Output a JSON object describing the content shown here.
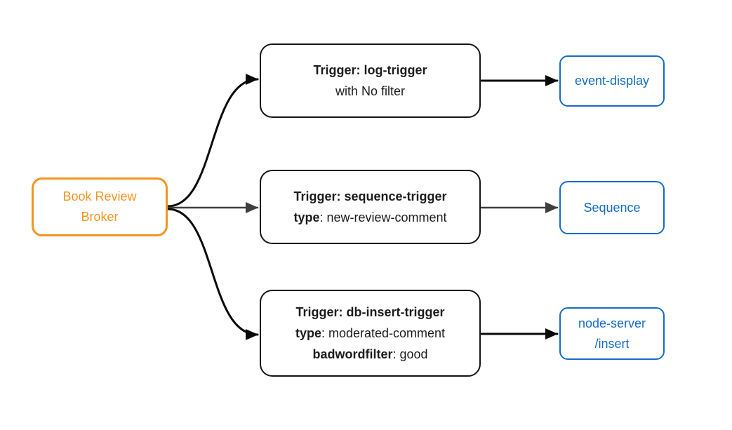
{
  "colors": {
    "background": "#ffffff",
    "broker": "#f29422",
    "sink": "#146bc5",
    "node_border": "#141414",
    "text_dark": "#1c1c1c",
    "edge_dark": "#0a0a0a",
    "edge_gray": "#3e3e3e"
  },
  "broker": {
    "line1": "Book Review",
    "line2": "Broker"
  },
  "triggers": [
    {
      "title": "Trigger: log-trigger",
      "lines": [
        {
          "bold": "",
          "rest": "with No filter"
        }
      ]
    },
    {
      "title": "Trigger: sequence-trigger",
      "lines": [
        {
          "bold": "type",
          "rest": ": new-review-comment"
        }
      ]
    },
    {
      "title": "Trigger: db-insert-trigger",
      "lines": [
        {
          "bold": "type",
          "rest": ": moderated-comment"
        },
        {
          "bold": "badwordfilter",
          "rest": ": good"
        }
      ]
    }
  ],
  "sinks": [
    {
      "line1": "event-display",
      "line2": ""
    },
    {
      "line1": "Sequence",
      "line2": ""
    },
    {
      "line1": "node-server",
      "line2": "/insert"
    }
  ],
  "edges": [
    {
      "from": "broker",
      "to": "trigger-log"
    },
    {
      "from": "broker",
      "to": "trigger-sequence"
    },
    {
      "from": "broker",
      "to": "trigger-db-insert"
    },
    {
      "from": "trigger-log",
      "to": "event-display"
    },
    {
      "from": "trigger-sequence",
      "to": "sequence"
    },
    {
      "from": "trigger-db-insert",
      "to": "node-server-insert"
    }
  ]
}
